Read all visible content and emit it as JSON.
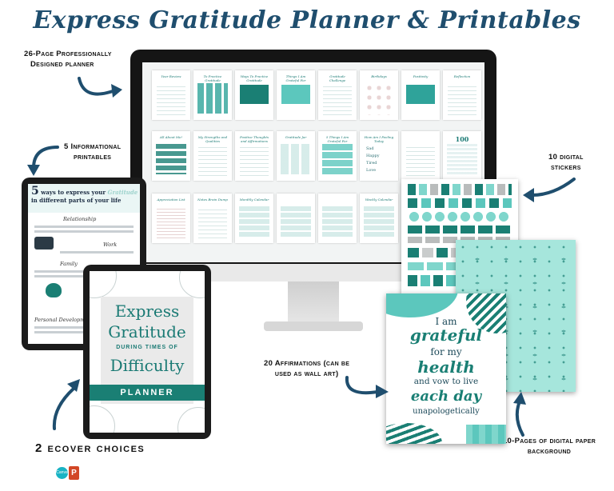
{
  "title": "Express Gratitude Planner & Printables",
  "callouts": {
    "pages_line1": "26-Page Professionally",
    "pages_line2": "Designed planner",
    "info_line1": "5 Informational",
    "info_line2": "printables",
    "stickers_line1": "10 digital",
    "stickers_line2": "stickers",
    "affirm_line1": "20 Affirmations (can be",
    "affirm_line2": "used as wall art)",
    "paper_line1": "10-Pages of digital paper",
    "paper_line2": "background",
    "ecover": "2 ecover choices"
  },
  "screen_pages": [
    "Year Review",
    "To Practice Gratitude",
    "Ways To Practice Gratitude",
    "Things I Am Grateful For",
    "Gratitude Challenge",
    "Birthdays",
    "Positivity",
    "Reflection",
    "All About Me!",
    "My Strengths and Qualities",
    "Positive Thoughts and Affirmations",
    "Gratitude Jar",
    "5 Things I Am Grateful For",
    "How Am I Feeling Today",
    "",
    "100",
    "Appreciation List",
    "Notes Brain Dump",
    "Monthly Calendar",
    "",
    "",
    "Weekly Calendar"
  ],
  "mood_words": [
    "Sad",
    "Happy",
    "Tired",
    "Love"
  ],
  "tablet_info": {
    "num": "5",
    "heading_line1": "ways to express your",
    "heading_script": "Gratitude",
    "heading_line2": "in different parts of your life",
    "sections": [
      "Relationship",
      "Work",
      "Family",
      "Personal Development"
    ]
  },
  "cover": {
    "line1": "Express",
    "line2": "Gratitude",
    "line3": "During Times of",
    "line4": "Difficulty",
    "band": "PLANNER"
  },
  "affirmation": {
    "l1": "I am",
    "l2": "grateful",
    "l3": "for my",
    "l4": "health",
    "l5": "and vow to live",
    "l6": "each day",
    "l7": "unapologetically"
  },
  "apps": {
    "canva": "Canva",
    "ppt": "P"
  },
  "colors": {
    "teal": "#1a7f74",
    "mint": "#a6e6dc",
    "navy": "#1f4e6e"
  }
}
